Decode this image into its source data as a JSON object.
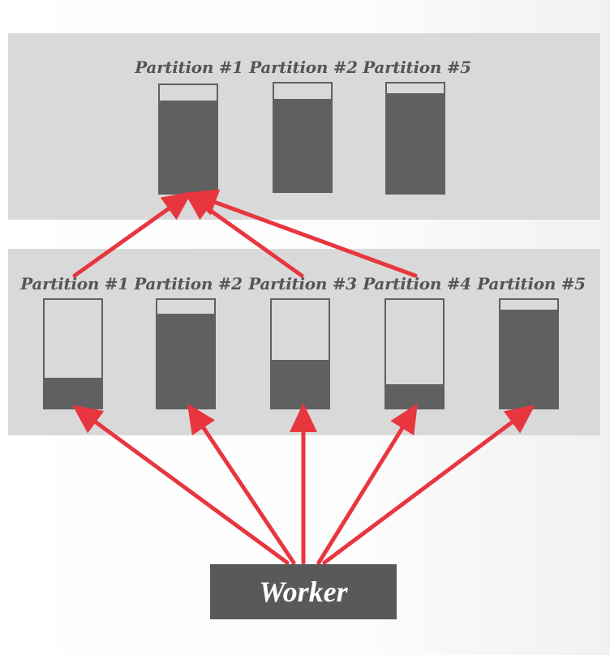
{
  "aggregated": {
    "partitions": [
      {
        "label": "Partition #1",
        "fill_fraction": 0.86
      },
      {
        "label": "Partition #2",
        "fill_fraction": 0.86
      },
      {
        "label": "Partition #5",
        "fill_fraction": 0.91
      }
    ]
  },
  "local": {
    "partitions": [
      {
        "label": "Partition #1",
        "fill_fraction": 0.28
      },
      {
        "label": "Partition #2",
        "fill_fraction": 0.87
      },
      {
        "label": "Partition #3",
        "fill_fraction": 0.44
      },
      {
        "label": "Partition #4",
        "fill_fraction": 0.22
      },
      {
        "label": "Partition #5",
        "fill_fraction": 0.91
      }
    ]
  },
  "worker": {
    "label": "Worker"
  },
  "colors": {
    "panel": "#d9d9d9",
    "partition_fill": "#606060",
    "arrow": "#e8363f",
    "worker_box": "#595959",
    "label_text": "#555555"
  }
}
